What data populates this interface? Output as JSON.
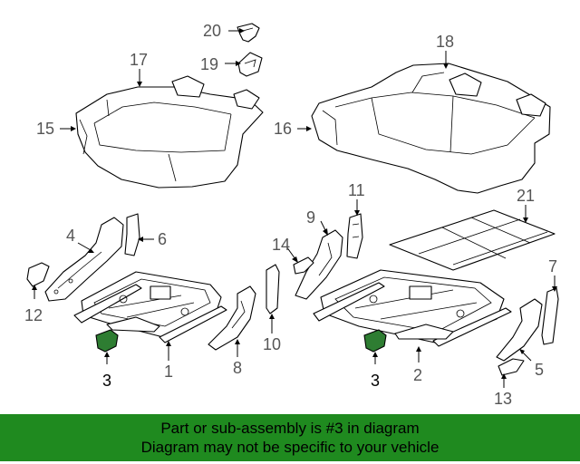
{
  "diagram": {
    "highlight_color": "#2e7d32",
    "callouts": [
      {
        "id": "c20",
        "label": "20"
      },
      {
        "id": "c19",
        "label": "19"
      },
      {
        "id": "c17",
        "label": "17"
      },
      {
        "id": "c18",
        "label": "18"
      },
      {
        "id": "c15",
        "label": "15"
      },
      {
        "id": "c16",
        "label": "16"
      },
      {
        "id": "c11",
        "label": "11"
      },
      {
        "id": "c21",
        "label": "21"
      },
      {
        "id": "c9",
        "label": "9"
      },
      {
        "id": "c4",
        "label": "4"
      },
      {
        "id": "c6",
        "label": "6"
      },
      {
        "id": "c14",
        "label": "14"
      },
      {
        "id": "c7",
        "label": "7"
      },
      {
        "id": "c12",
        "label": "12"
      },
      {
        "id": "c10",
        "label": "10"
      },
      {
        "id": "c1",
        "label": "1"
      },
      {
        "id": "c8",
        "label": "8"
      },
      {
        "id": "c3a",
        "label": "3"
      },
      {
        "id": "c3b",
        "label": "3"
      },
      {
        "id": "c2",
        "label": "2"
      },
      {
        "id": "c5",
        "label": "5"
      },
      {
        "id": "c13",
        "label": "13"
      }
    ]
  },
  "banner": {
    "background": "#1f8a1f",
    "line1": "Part or sub-assembly is #3 in diagram",
    "line2": "Diagram may not be specific to your vehicle"
  }
}
